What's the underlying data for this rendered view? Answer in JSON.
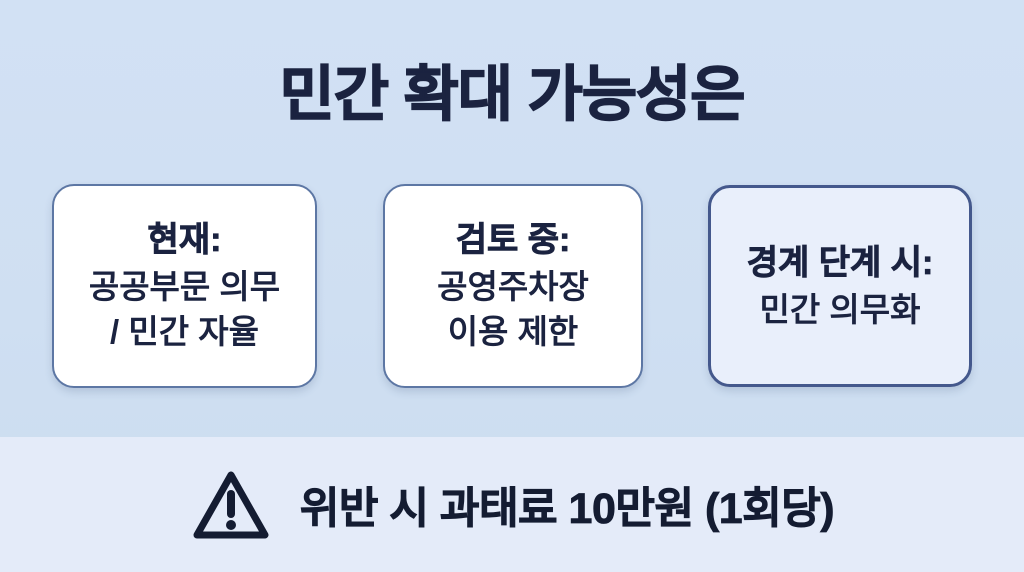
{
  "title": "민간 확대 가능성은",
  "flow": {
    "boxes": [
      {
        "id": "current",
        "heading": "현재:",
        "lines": [
          "공공부문 의무",
          "/ 민간 자율"
        ]
      },
      {
        "id": "review",
        "heading": "검토 중:",
        "lines": [
          "공영주차장",
          "이용 제한"
        ]
      },
      {
        "id": "alert",
        "heading": "경계 단계 시:",
        "lines": [
          "민간 의무화"
        ]
      }
    ],
    "arrows": [
      "right-arrow-icon",
      "right-arrow-icon"
    ]
  },
  "banner": {
    "icon": "warning-triangle-icon",
    "text": "위반 시 과태료 10만원 (1회당)"
  },
  "colors": {
    "background": "#cfdff2",
    "banner_background": "#e4ebf9",
    "box_background": "#ffffff",
    "box3_background": "#e9effb",
    "box_border": "#5d77a4",
    "box3_border": "#44588c",
    "arrow": "#4d6b9e",
    "text_dark": "#1b2340"
  }
}
